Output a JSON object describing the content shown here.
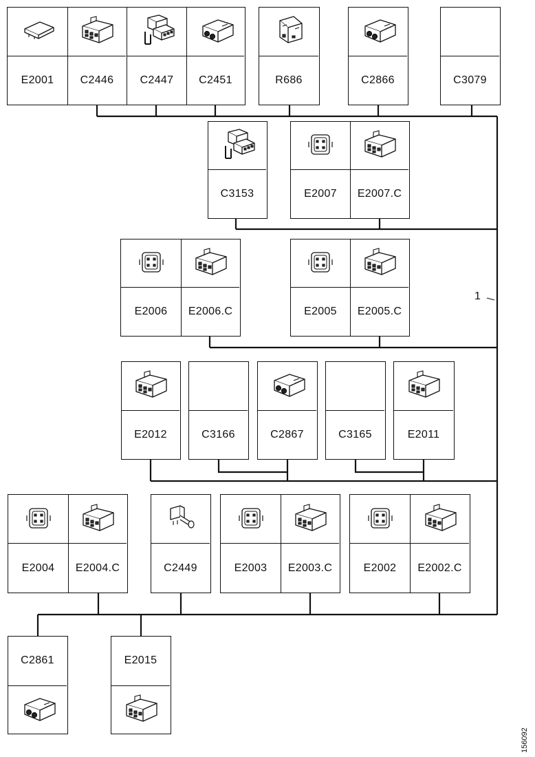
{
  "connectors": {
    "E2001": "E2001",
    "C2446": "C2446",
    "C2447": "C2447",
    "C2451": "C2451",
    "R686": "R686",
    "C2866": "C2866",
    "C3079": "C3079",
    "C3153": "C3153",
    "E2007": "E2007",
    "E2007C": "E2007.C",
    "E2006": "E2006",
    "E2006C": "E2006.C",
    "E2005": "E2005",
    "E2005C": "E2005.C",
    "E2012": "E2012",
    "C3166": "C3166",
    "C2867": "C2867",
    "C3165": "C3165",
    "E2011": "E2011",
    "E2004": "E2004",
    "E2004C": "E2004.C",
    "C2449": "C2449",
    "E2003": "E2003",
    "E2003C": "E2003.C",
    "E2002": "E2002",
    "E2002C": "E2002.C",
    "C2861": "C2861",
    "E2015": "E2015"
  },
  "icons": {
    "E2001": "flat-connector-icon",
    "C2446": "multi-pin-connector-icon",
    "C2447": "bracket-connector-icon",
    "C2451": "round-pin-connector-icon",
    "R686": "relay-icon",
    "C2866": "round-pin-connector-icon",
    "C3079": "",
    "C3153": "bracket-connector-icon",
    "E2007": "terminal-face-icon",
    "E2007C": "multi-pin-connector-icon",
    "E2006": "terminal-face-icon",
    "E2006C": "multi-pin-connector-icon",
    "E2005": "terminal-face-icon",
    "E2005C": "multi-pin-connector-icon",
    "E2012": "multi-pin-connector-icon",
    "C3166": "",
    "C2867": "round-pin-connector-icon",
    "C3165": "",
    "E2011": "multi-pin-connector-icon",
    "E2004": "terminal-face-icon",
    "E2004C": "multi-pin-connector-icon",
    "C2449": "inline-plug-icon",
    "E2003": "terminal-face-icon",
    "E2003C": "multi-pin-connector-icon",
    "E2002": "terminal-face-icon",
    "E2002C": "multi-pin-connector-icon",
    "C2861": "round-pin-connector-icon",
    "E2015": "multi-pin-connector-icon"
  },
  "callout": "1",
  "figure_number": "156092"
}
